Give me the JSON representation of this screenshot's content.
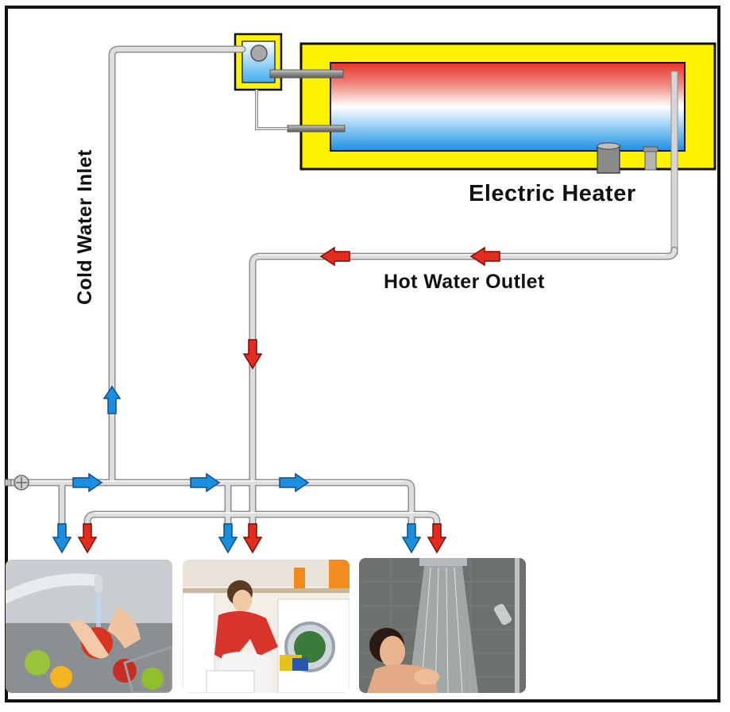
{
  "labels": {
    "electric_heater": "Electric Heater",
    "hot_water_outlet": "Hot Water Outlet",
    "cold_water_inlet": "Cold Water Inlet"
  },
  "colors": {
    "tank_yellow": "#fff200",
    "hot_arrow": "#e32b1e",
    "cold_arrow": "#1b8ee0",
    "pipe": "#d9d9d9",
    "pipe_edge": "#8f8f8f"
  },
  "photos": {
    "kitchen": "kitchen-sink",
    "laundry": "washing-machine",
    "shower": "shower"
  }
}
